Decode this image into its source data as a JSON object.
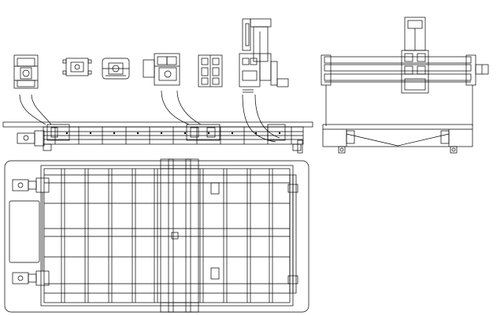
{
  "drawing": {
    "kind": "cad-line-drawing",
    "text_labels": [],
    "line_color": "#000000",
    "background": "#ffffff",
    "views": [
      {
        "id": "side-elevation",
        "role": "long side elevation with gantry parts"
      },
      {
        "id": "end-elevation",
        "role": "end elevation of gantry"
      },
      {
        "id": "top-plan",
        "role": "plan view of table bed"
      }
    ],
    "detail_parts": [
      "motor-bracket-left",
      "small-bracket",
      "pulley-plate",
      "motor-mount",
      "carriage-plate",
      "z-axis-assembly"
    ]
  }
}
